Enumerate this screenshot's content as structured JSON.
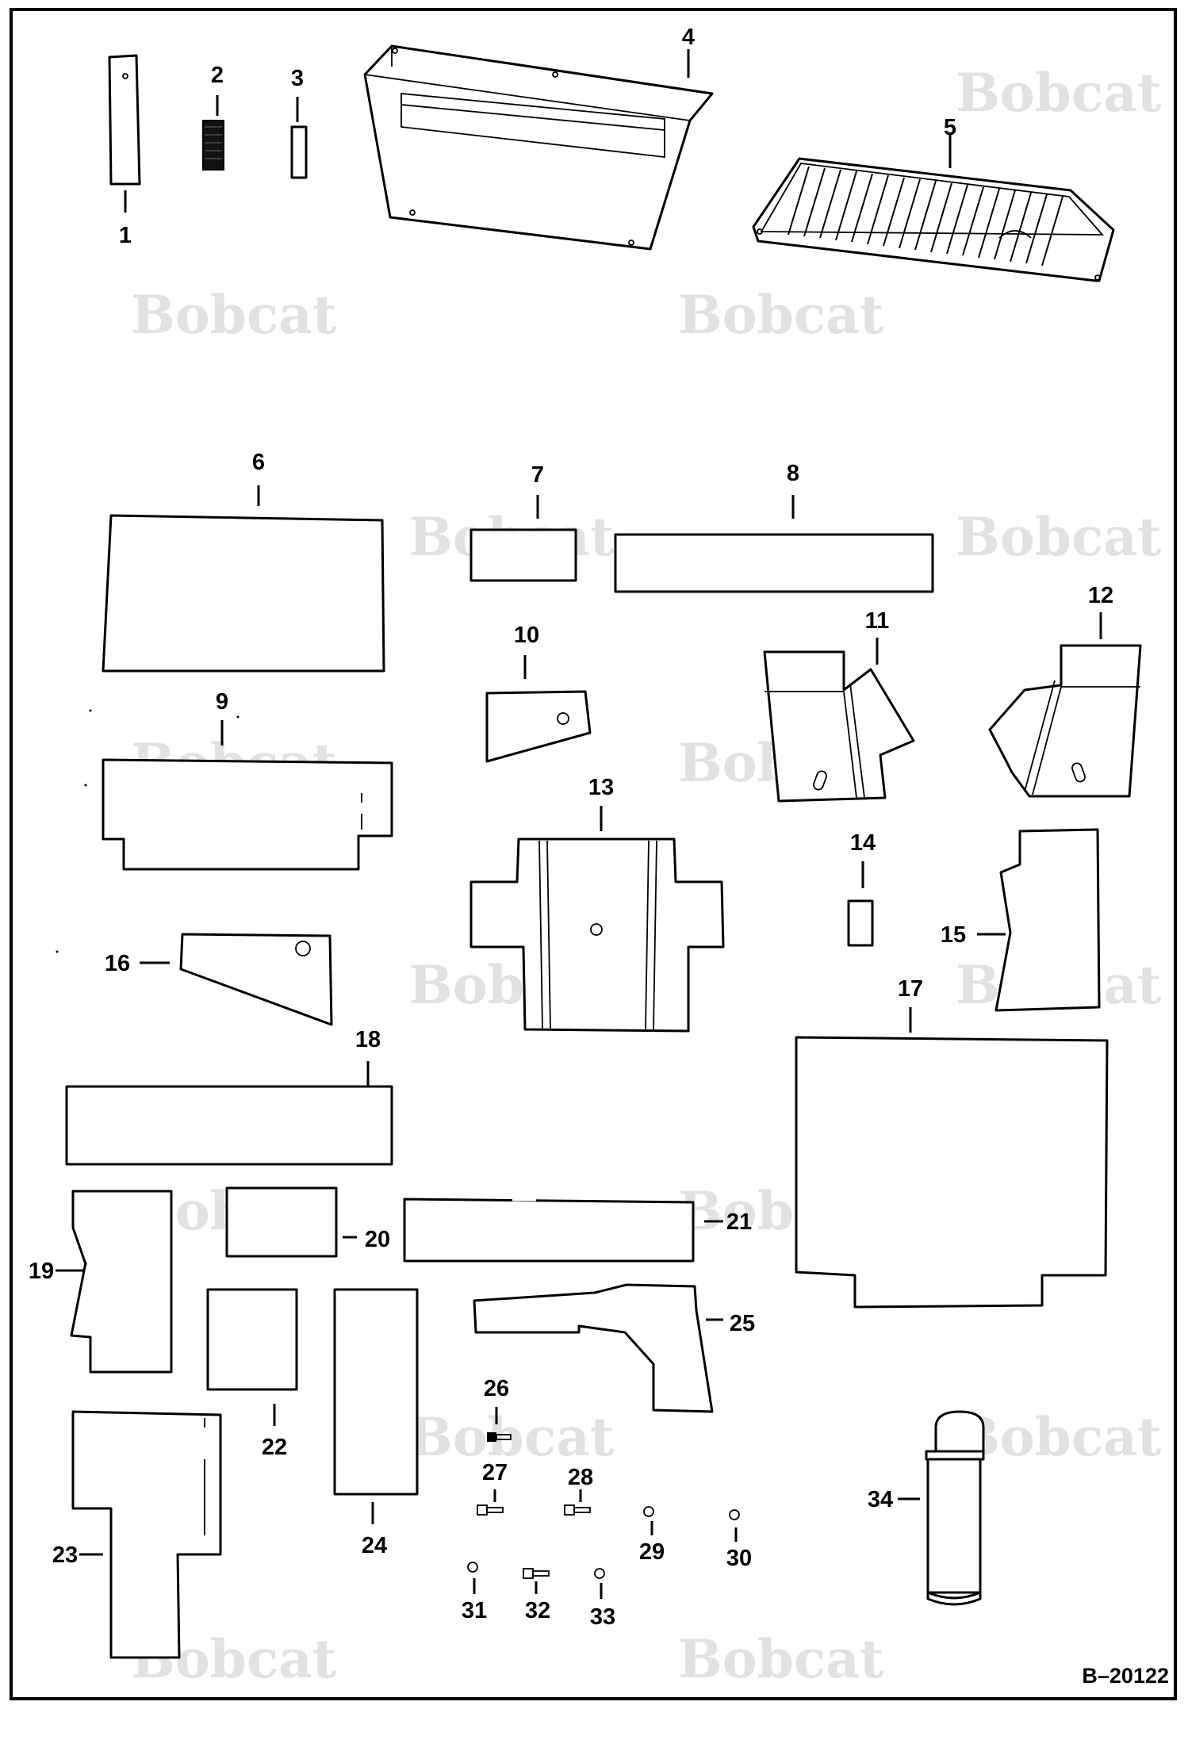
{
  "diagram": {
    "reference_code": "B–20122",
    "watermark_text": "Bobcat",
    "callouts": [
      "1",
      "2",
      "3",
      "4",
      "5",
      "6",
      "7",
      "8",
      "9",
      "10",
      "11",
      "12",
      "13",
      "14",
      "15",
      "16",
      "17",
      "18",
      "19",
      "20",
      "21",
      "22",
      "23",
      "24",
      "25",
      "26",
      "27",
      "28",
      "29",
      "30",
      "31",
      "32",
      "33",
      "34"
    ]
  },
  "colors": {
    "ink": "#000000",
    "watermark": "#e2e2e2",
    "background": "#ffffff"
  }
}
